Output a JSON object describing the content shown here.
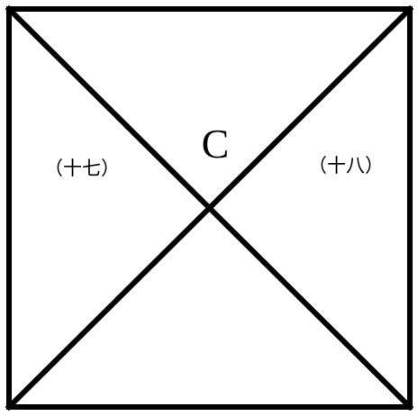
{
  "diagram": {
    "center_label": "C",
    "left_label": "（十七）",
    "right_label": "（十八）",
    "stroke_color": "#000000",
    "background_color": "#ffffff"
  }
}
